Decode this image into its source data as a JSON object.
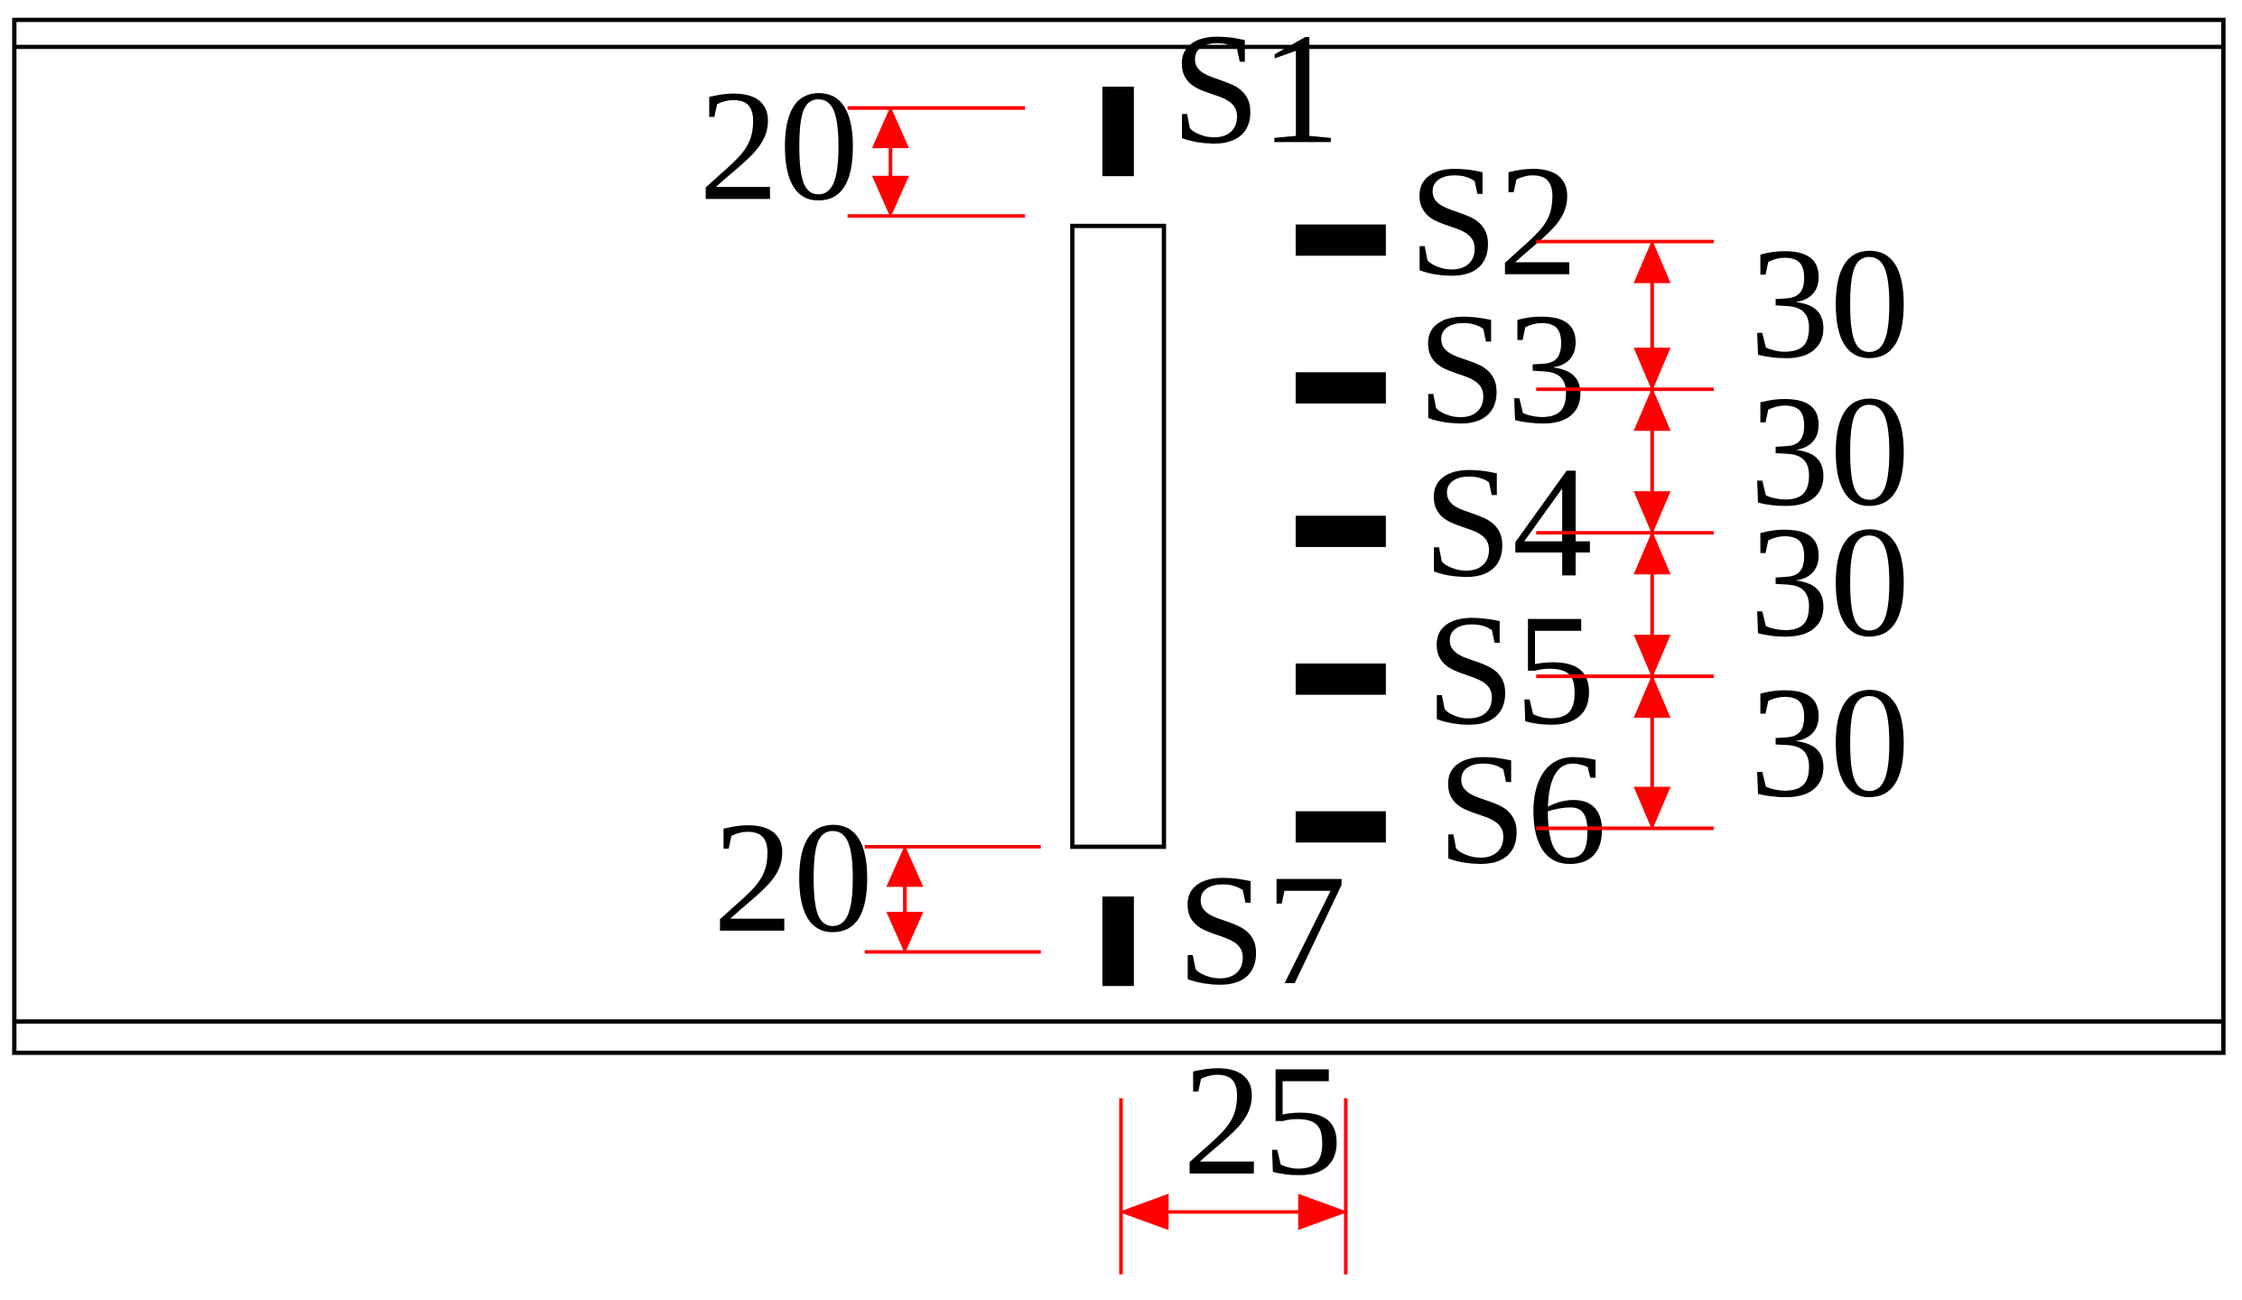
{
  "colors": {
    "structure": "#000000",
    "dimension": "#ff0000",
    "background": "#ffffff"
  },
  "sensors": {
    "s1": "S1",
    "s2": "S2",
    "s3": "S3",
    "s4": "S4",
    "s5": "S5",
    "s6": "S6",
    "s7": "S7"
  },
  "dimensions": {
    "top_offset": "20",
    "bottom_offset": "20",
    "spacing_1": "30",
    "spacing_2": "30",
    "spacing_3": "30",
    "spacing_4": "30",
    "width": "25"
  }
}
